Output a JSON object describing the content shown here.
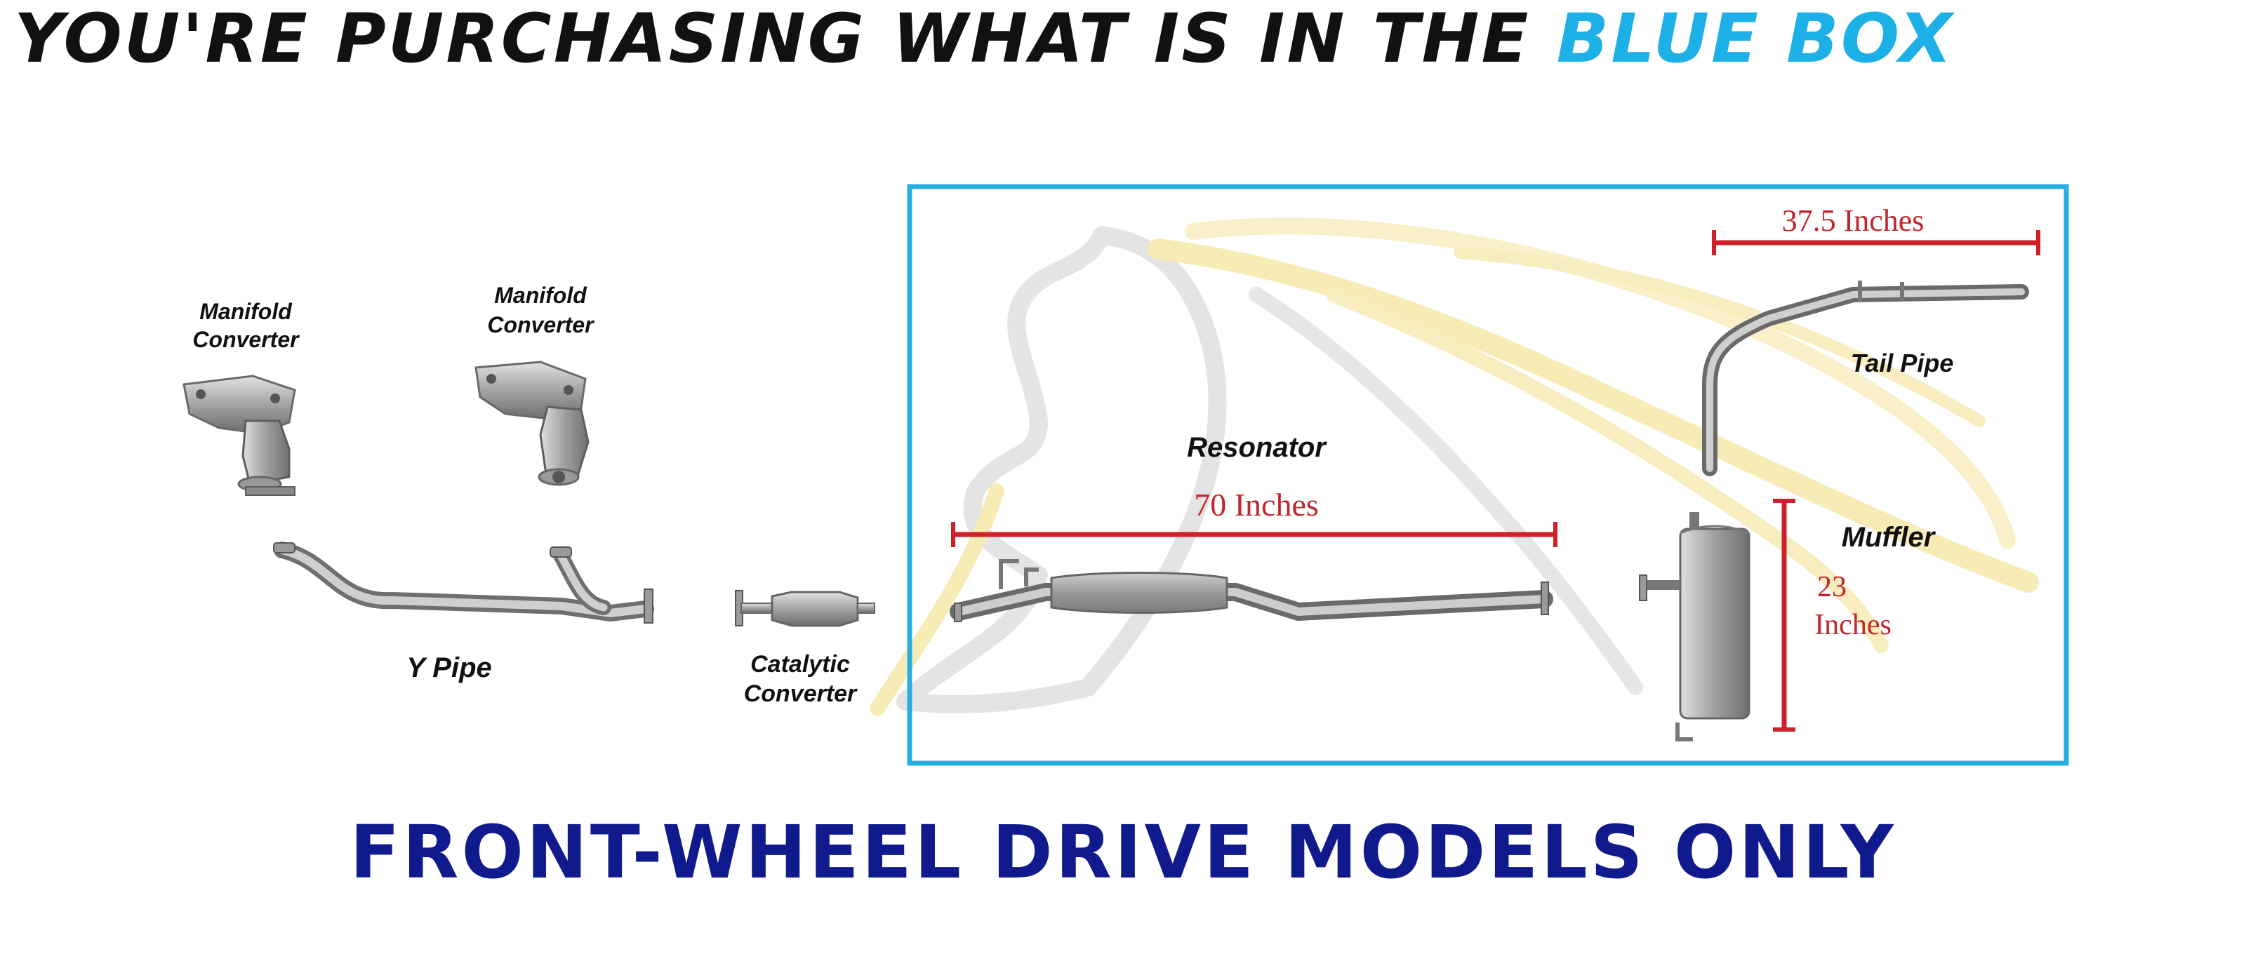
{
  "header": {
    "title_main": "YOU'RE PURCHASING WHAT IS IN THE",
    "title_accent": "BLUE BOX"
  },
  "parts": {
    "manifold_left": "Manifold Converter",
    "manifold_left_l1": "Manifold",
    "manifold_left_l2": "Converter",
    "manifold_right_l1": "Manifold",
    "manifold_right_l2": "Converter",
    "y_pipe": "Y Pipe",
    "catalytic_l1": "Catalytic",
    "catalytic_l2": "Converter",
    "resonator": "Resonator",
    "tail_pipe": "Tail Pipe",
    "muffler": "Muffler"
  },
  "measurements": {
    "resonator_length": "70 Inches",
    "tail_pipe_length": "37.5 Inches",
    "muffler_l1": "23",
    "muffler_l2": "Inches"
  },
  "footer": {
    "note": "FRONT-WHEEL DRIVE MODELS ONLY"
  },
  "colors": {
    "accent_blue": "#1cb0e6",
    "box_border": "#2aaee0",
    "measure_red": "#d0202a",
    "footer_navy": "#101a8c",
    "watermark_gold": "#f3e08a",
    "watermark_gray": "#c8c8c8"
  },
  "icons": {
    "watermark": "horse-head-watermark"
  }
}
